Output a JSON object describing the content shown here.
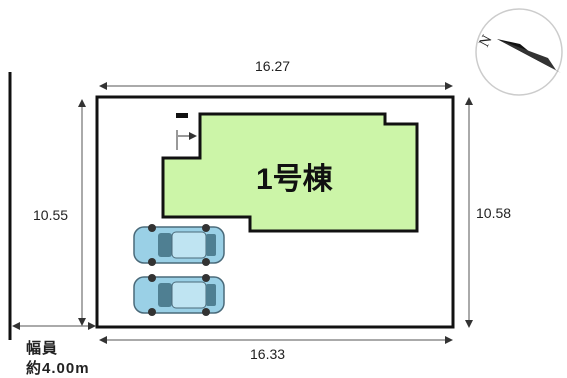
{
  "dimensions": {
    "top": "16.27",
    "bottom": "16.33",
    "left": "10.55",
    "right": "10.58"
  },
  "building": {
    "label": "1号棟",
    "fill_color": "#ccf5a8"
  },
  "road": {
    "line1": "幅員",
    "line2": "約4.00m"
  },
  "compass": {
    "letter": "N"
  },
  "parking": {
    "car_count": 2,
    "car_color": "#9ad0e6"
  }
}
